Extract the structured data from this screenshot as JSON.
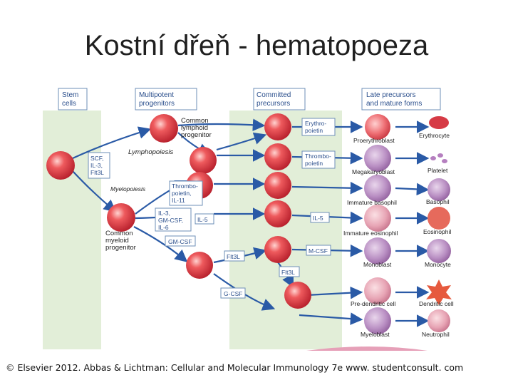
{
  "title": "Kostní dřeň - hematopoeza",
  "caption": "© Elsevier 2012. Abbas & Lichtman: Cellular and Molecular Immunology 7e www. studentconsult. com",
  "column_headers": [
    [
      "Stem",
      "cells"
    ],
    [
      "Multipotent",
      "progenitors"
    ],
    [
      "Committed",
      "precursors"
    ],
    [
      "Late precursors",
      "and mature forms"
    ]
  ],
  "progenitor_labels": {
    "common_lymphoid": [
      "Common",
      "lymphoid",
      "progenitor"
    ],
    "common_myeloid": [
      "Common",
      "myeloid",
      "progenitor"
    ]
  },
  "pathway_labels": {
    "lymphopoiesis": "Lymphopoiesis",
    "myelopoiesis": "Myelopoiesis"
  },
  "cytokines": {
    "stem": [
      "SCF,",
      "IL-3,",
      "Flt3L"
    ],
    "thrombopoietin_il11": [
      "Thrombo-",
      "poietin,",
      "IL-11"
    ],
    "il3_gmcsf_il6": [
      "IL-3,",
      "GM-CSF,",
      "IL-6"
    ],
    "il5_a": "IL-5",
    "gm_csf": "GM-CSF",
    "flt3l_a": "Flt3L",
    "g_csf": "G-CSF",
    "erythropoietin": [
      "Erythro-",
      "poietin"
    ],
    "thrombopoietin": [
      "Thrombo-",
      "poietin"
    ],
    "il5_b": "IL-5",
    "m_csf": "M-CSF",
    "flt3l_b": "Flt3L"
  },
  "precursors": [
    "Proerythroblast",
    "Megakaryoblast",
    "Immature basophil",
    "Immature eosinophil",
    "Monoblast",
    "Pre-dendritic cell",
    "Myeloblast"
  ],
  "mature": [
    "Erythrocyte",
    "Platelet",
    "Basophil",
    "Eosinophil",
    "Monocyte",
    "Dendritic cell",
    "Neutrophil"
  ],
  "colors": {
    "stem_band": "#e2eed8",
    "committed_band": "#e2eed8",
    "cell_red": "#d8343c",
    "header_blue": "#2b4f8c",
    "arrow_blue": "#2a5aa6",
    "box_border": "#6e8fb7"
  }
}
